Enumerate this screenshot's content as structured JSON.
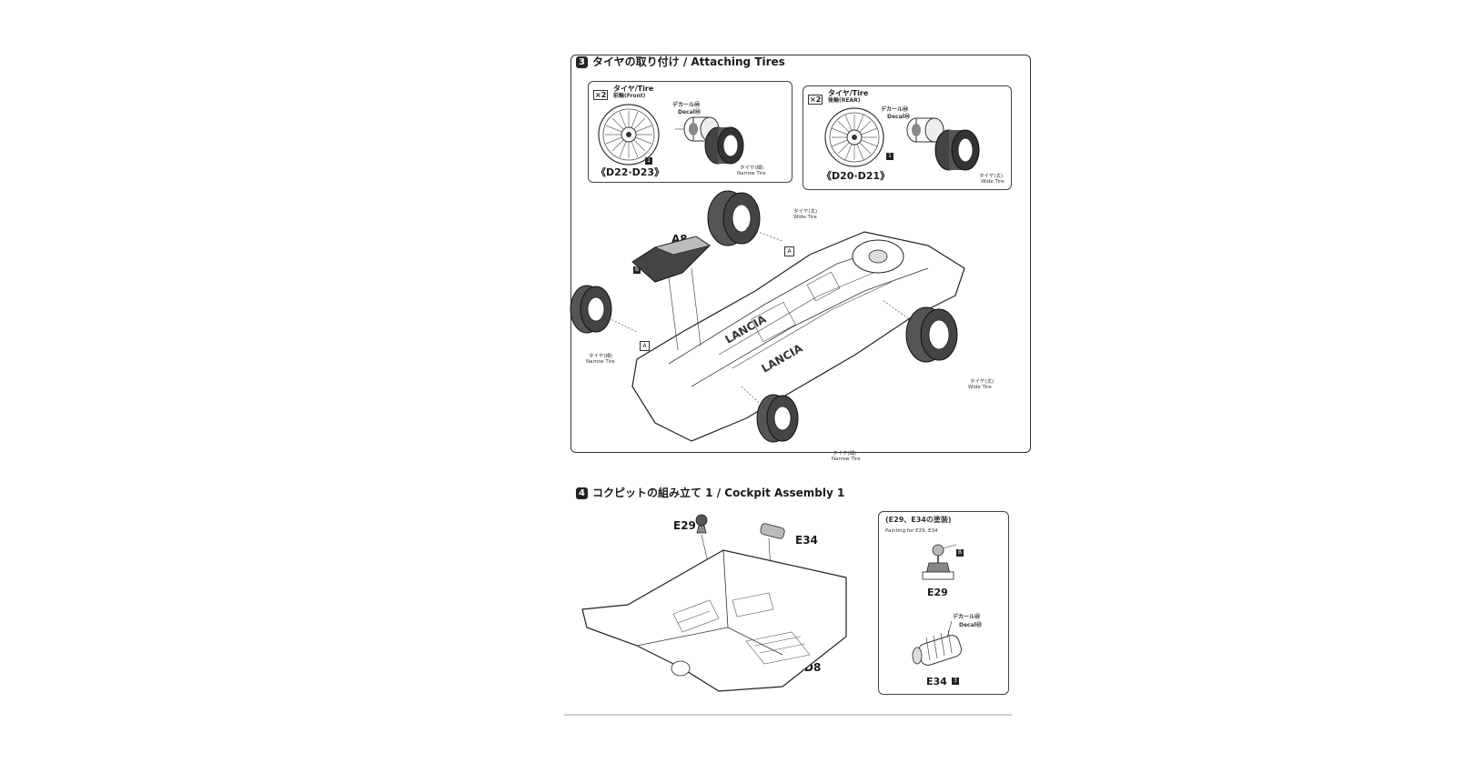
{
  "step3": {
    "number": "3",
    "title": "タイヤの取り付け / Attaching Tires",
    "front": {
      "qty": "×2",
      "title": "タイヤ/Tire",
      "subtitle": "前輪(Front)",
      "decal_jp": "デカール㊹",
      "decal_en": "Decal㊹",
      "part_marker": "1",
      "tire_jp": "タイヤ(細)",
      "tire_en": "Narrow Tire",
      "parts": "《D22·D23》"
    },
    "rear": {
      "qty": "×2",
      "title": "タイヤ/Tire",
      "subtitle": "後輪(REAR)",
      "decal_jp": "デカール㊹",
      "decal_en": "Decal㊹",
      "part_marker": "1",
      "tire_jp": "タイヤ(太)",
      "tire_en": "Wide Tire",
      "parts": "《D20·D21》"
    },
    "assembly": {
      "part_a8": "A8",
      "marker_b": "B",
      "marker_a": "A",
      "wide_jp": "タイヤ(太)",
      "wide_en": "Wide Tire",
      "narrow_jp": "タイヤ(細)",
      "narrow_en": "Narrow Tire"
    }
  },
  "step4": {
    "number": "4",
    "title": "コクピットの組み立て 1 / Cockpit Assembly 1",
    "part_e29": "E29",
    "part_e34": "E34",
    "part_d8": "D8",
    "painting": {
      "title": "(E29、E34の塗装)",
      "subtitle": "Painting for E29, E34",
      "marker_b": "B",
      "e29_label": "E29",
      "decal_jp": "デカール㊸",
      "decal_en": "Decal㊸",
      "e34_label": "E34",
      "e34_marker": "3"
    }
  }
}
